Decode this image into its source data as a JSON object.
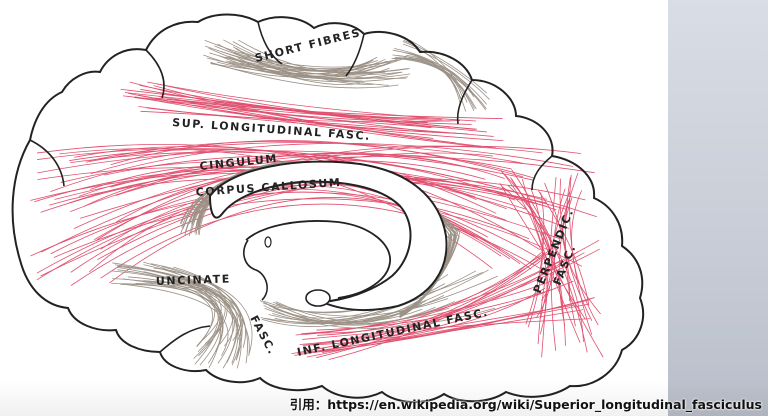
{
  "labels": {
    "short_fibres": "SHORT FIBRES",
    "sup_long_fasc": "SUP. LONGITUDINAL FASC.",
    "cingulum": "CINGULUM",
    "corpus_callosum": "CORPUS CALLOSUM",
    "uncinate": "UNCINATE",
    "uncinate_fasc": "FASC.",
    "perpendicular_fasc": "PERPENDIC.",
    "perpendicular_fasc2": "FASC.",
    "inf_long_fasc": "INF. LONGITUDINAL FASC."
  },
  "credit": {
    "text": "引用：https://en.wikipedia.org/wiki/Superior_longitudinal_fasciculus"
  },
  "colors": {
    "fibre_red": "#e0506f",
    "fibre_gray": "#9c9287",
    "outline": "#222222",
    "background": "#ffffff"
  }
}
